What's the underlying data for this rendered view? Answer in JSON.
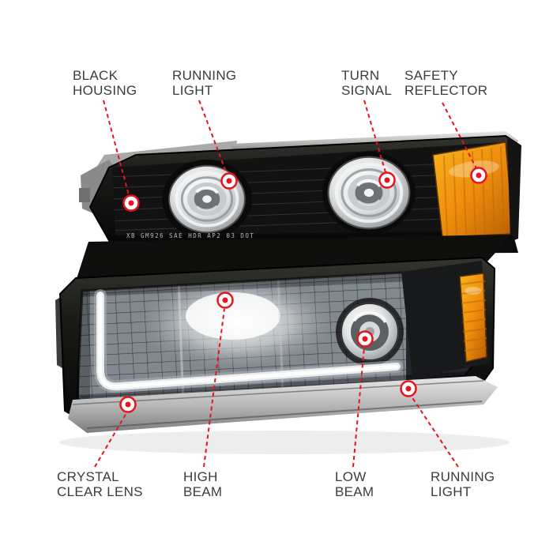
{
  "figure": {
    "background": "#ffffff",
    "accent_red": "#e8131c",
    "label_color": "#3c3c3c"
  },
  "product": {
    "name": "headlight and parking light assembly",
    "lens_marking": "XB GM926 SAE HDR AP2 03 DOT",
    "amber_color": "#ef8e0d",
    "housing_color": "#111111"
  },
  "callouts": [
    {
      "id": "black-housing",
      "line1": "BLACK",
      "line2": "HOUSING"
    },
    {
      "id": "running-light-top",
      "line1": "RUNNING",
      "line2": "LIGHT"
    },
    {
      "id": "turn-signal",
      "line1": "TURN",
      "line2": "SIGNAL"
    },
    {
      "id": "safety-reflector",
      "line1": "SAFETY",
      "line2": "REFLECTOR"
    },
    {
      "id": "crystal-clear-lens",
      "line1": "CRYSTAL",
      "line2": "CLEAR LENS"
    },
    {
      "id": "high-beam",
      "line1": "HIGH",
      "line2": "BEAM"
    },
    {
      "id": "low-beam",
      "line1": "LOW",
      "line2": "BEAM"
    },
    {
      "id": "running-light-bottom",
      "line1": "RUNNING",
      "line2": "LIGHT"
    }
  ]
}
